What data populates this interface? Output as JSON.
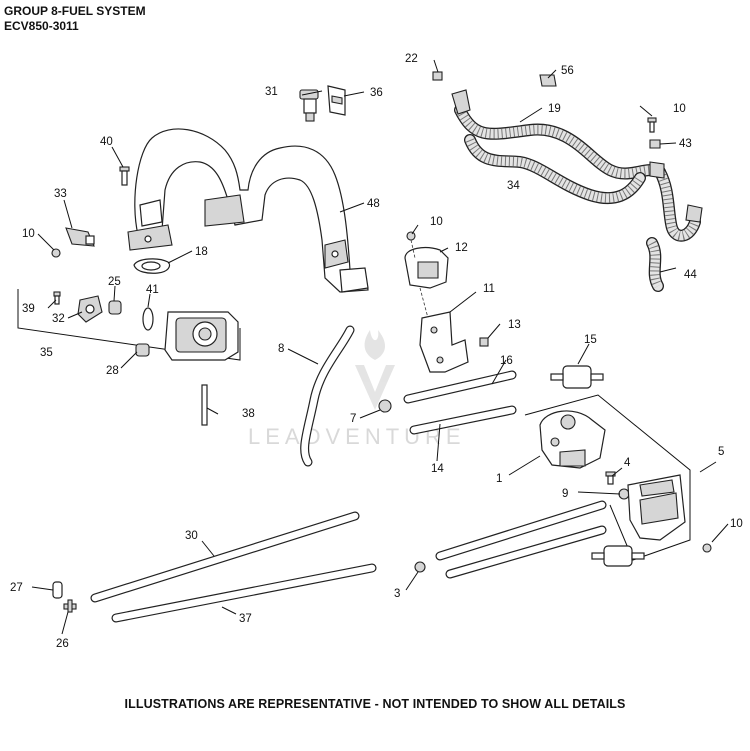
{
  "header": {
    "line1": "GROUP 8-FUEL SYSTEM",
    "line2": "ECV850-3011"
  },
  "watermark": "LEADVENTURE",
  "footer": "ILLUSTRATIONS ARE REPRESENTATIVE - NOT INTENDED TO SHOW ALL DETAILS",
  "callouts": {
    "c1": "1",
    "c3": "3",
    "c4": "4",
    "c5": "5",
    "c7": "7",
    "c8": "8",
    "c9": "9",
    "c10a": "10",
    "c10b": "10",
    "c10c": "10",
    "c10d": "10",
    "c11": "11",
    "c12": "12",
    "c13": "13",
    "c14": "14",
    "c15": "15",
    "c16": "16",
    "c18": "18",
    "c19": "19",
    "c22": "22",
    "c25": "25",
    "c26": "26",
    "c27": "27",
    "c28": "28",
    "c30": "30",
    "c31": "31",
    "c32": "32",
    "c33": "33",
    "c34": "34",
    "c35": "35",
    "c36": "36",
    "c37": "37",
    "c38": "38",
    "c39": "39",
    "c40": "40",
    "c41": "41",
    "c43": "43",
    "c44": "44",
    "c48": "48",
    "c56": "56"
  },
  "colors": {
    "line": "#222222",
    "hose_fill": "#e4e4e4",
    "part_fill": "#d6d6d6",
    "watermark": "#d9d9d9"
  }
}
